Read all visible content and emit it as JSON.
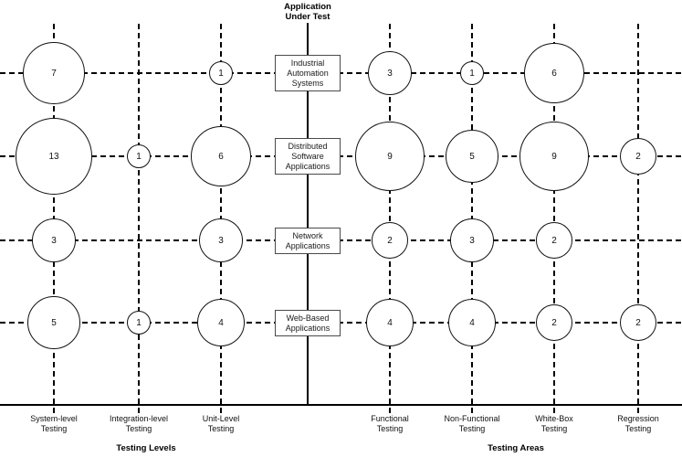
{
  "colors": {
    "ink": "#000000",
    "background": "#ffffff",
    "box_border": "#4a4a4a"
  },
  "chart_data": {
    "type": "bubble",
    "title": "Application Under Test",
    "grid": "dashed",
    "legend_position": "none",
    "rows": [
      {
        "label": "Industrial Automation Systems",
        "lines": [
          "Industrial",
          "Automation",
          "Systems"
        ]
      },
      {
        "label": "Distributed Software Applications",
        "lines": [
          "Distributed",
          "Software",
          "Applications"
        ]
      },
      {
        "label": "Network Applications",
        "lines": [
          "Network",
          "Applications"
        ]
      },
      {
        "label": "Web-Based Applications",
        "lines": [
          "Web-Based",
          "Applications"
        ]
      }
    ],
    "column_groups": [
      {
        "title": "Testing Levels",
        "side": "left",
        "columns": [
          {
            "label": "System-level Testing",
            "lines": [
              "System-level",
              "Testing"
            ]
          },
          {
            "label": "Integration-level Testing",
            "lines": [
              "Integration-level",
              "Testing"
            ]
          },
          {
            "label": "Unit-Level Testing",
            "lines": [
              "Unit-Level",
              "Testing"
            ]
          }
        ],
        "values": [
          [
            7,
            null,
            1
          ],
          [
            13,
            1,
            6
          ],
          [
            3,
            null,
            3
          ],
          [
            5,
            1,
            4
          ]
        ]
      },
      {
        "title": "Testing Areas",
        "side": "right",
        "columns": [
          {
            "label": "Functional Testing",
            "lines": [
              "Functional",
              "Testing"
            ]
          },
          {
            "label": "Non-Functional Testing",
            "lines": [
              "Non-Functional",
              "Testing"
            ]
          },
          {
            "label": "White-Box Testing",
            "lines": [
              "White-Box",
              "Testing"
            ]
          },
          {
            "label": "Regression Testing",
            "lines": [
              "Regression",
              "Testing"
            ]
          }
        ],
        "values": [
          [
            3,
            1,
            6,
            null
          ],
          [
            9,
            5,
            9,
            2
          ],
          [
            2,
            3,
            2,
            null
          ],
          [
            4,
            4,
            2,
            2
          ]
        ]
      }
    ]
  }
}
